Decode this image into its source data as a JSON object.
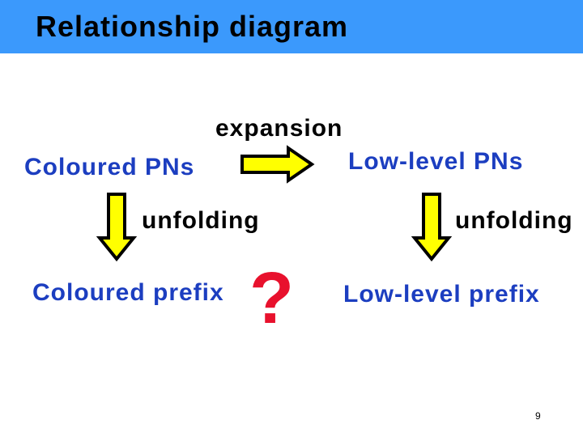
{
  "header": {
    "title": "Relationship diagram"
  },
  "diagram": {
    "expansion_label": "expansion",
    "nodes": {
      "coloured_pns": "Coloured PNs",
      "low_level_pns": "Low-level PNs",
      "coloured_prefix": "Coloured prefix",
      "low_level_prefix": "Low-level prefix"
    },
    "unfolding_left_label": "unfolding",
    "unfolding_right_label": "unfolding",
    "question_mark": "?",
    "icons": {
      "expansion_arrow": "right-arrow-icon",
      "unfolding_left_arrow": "down-arrow-icon",
      "unfolding_right_arrow": "down-arrow-icon"
    }
  },
  "footer": {
    "page_number": "9"
  },
  "colors": {
    "slide_background": "#ffffff",
    "header_background": "#3b99fc",
    "title_text": "#000000",
    "node_text": "#1c3ec0",
    "plain_text": "#000000",
    "arrow_fill": "#ffff00",
    "arrow_outline": "#000000",
    "question_mark": "#e8112d"
  }
}
